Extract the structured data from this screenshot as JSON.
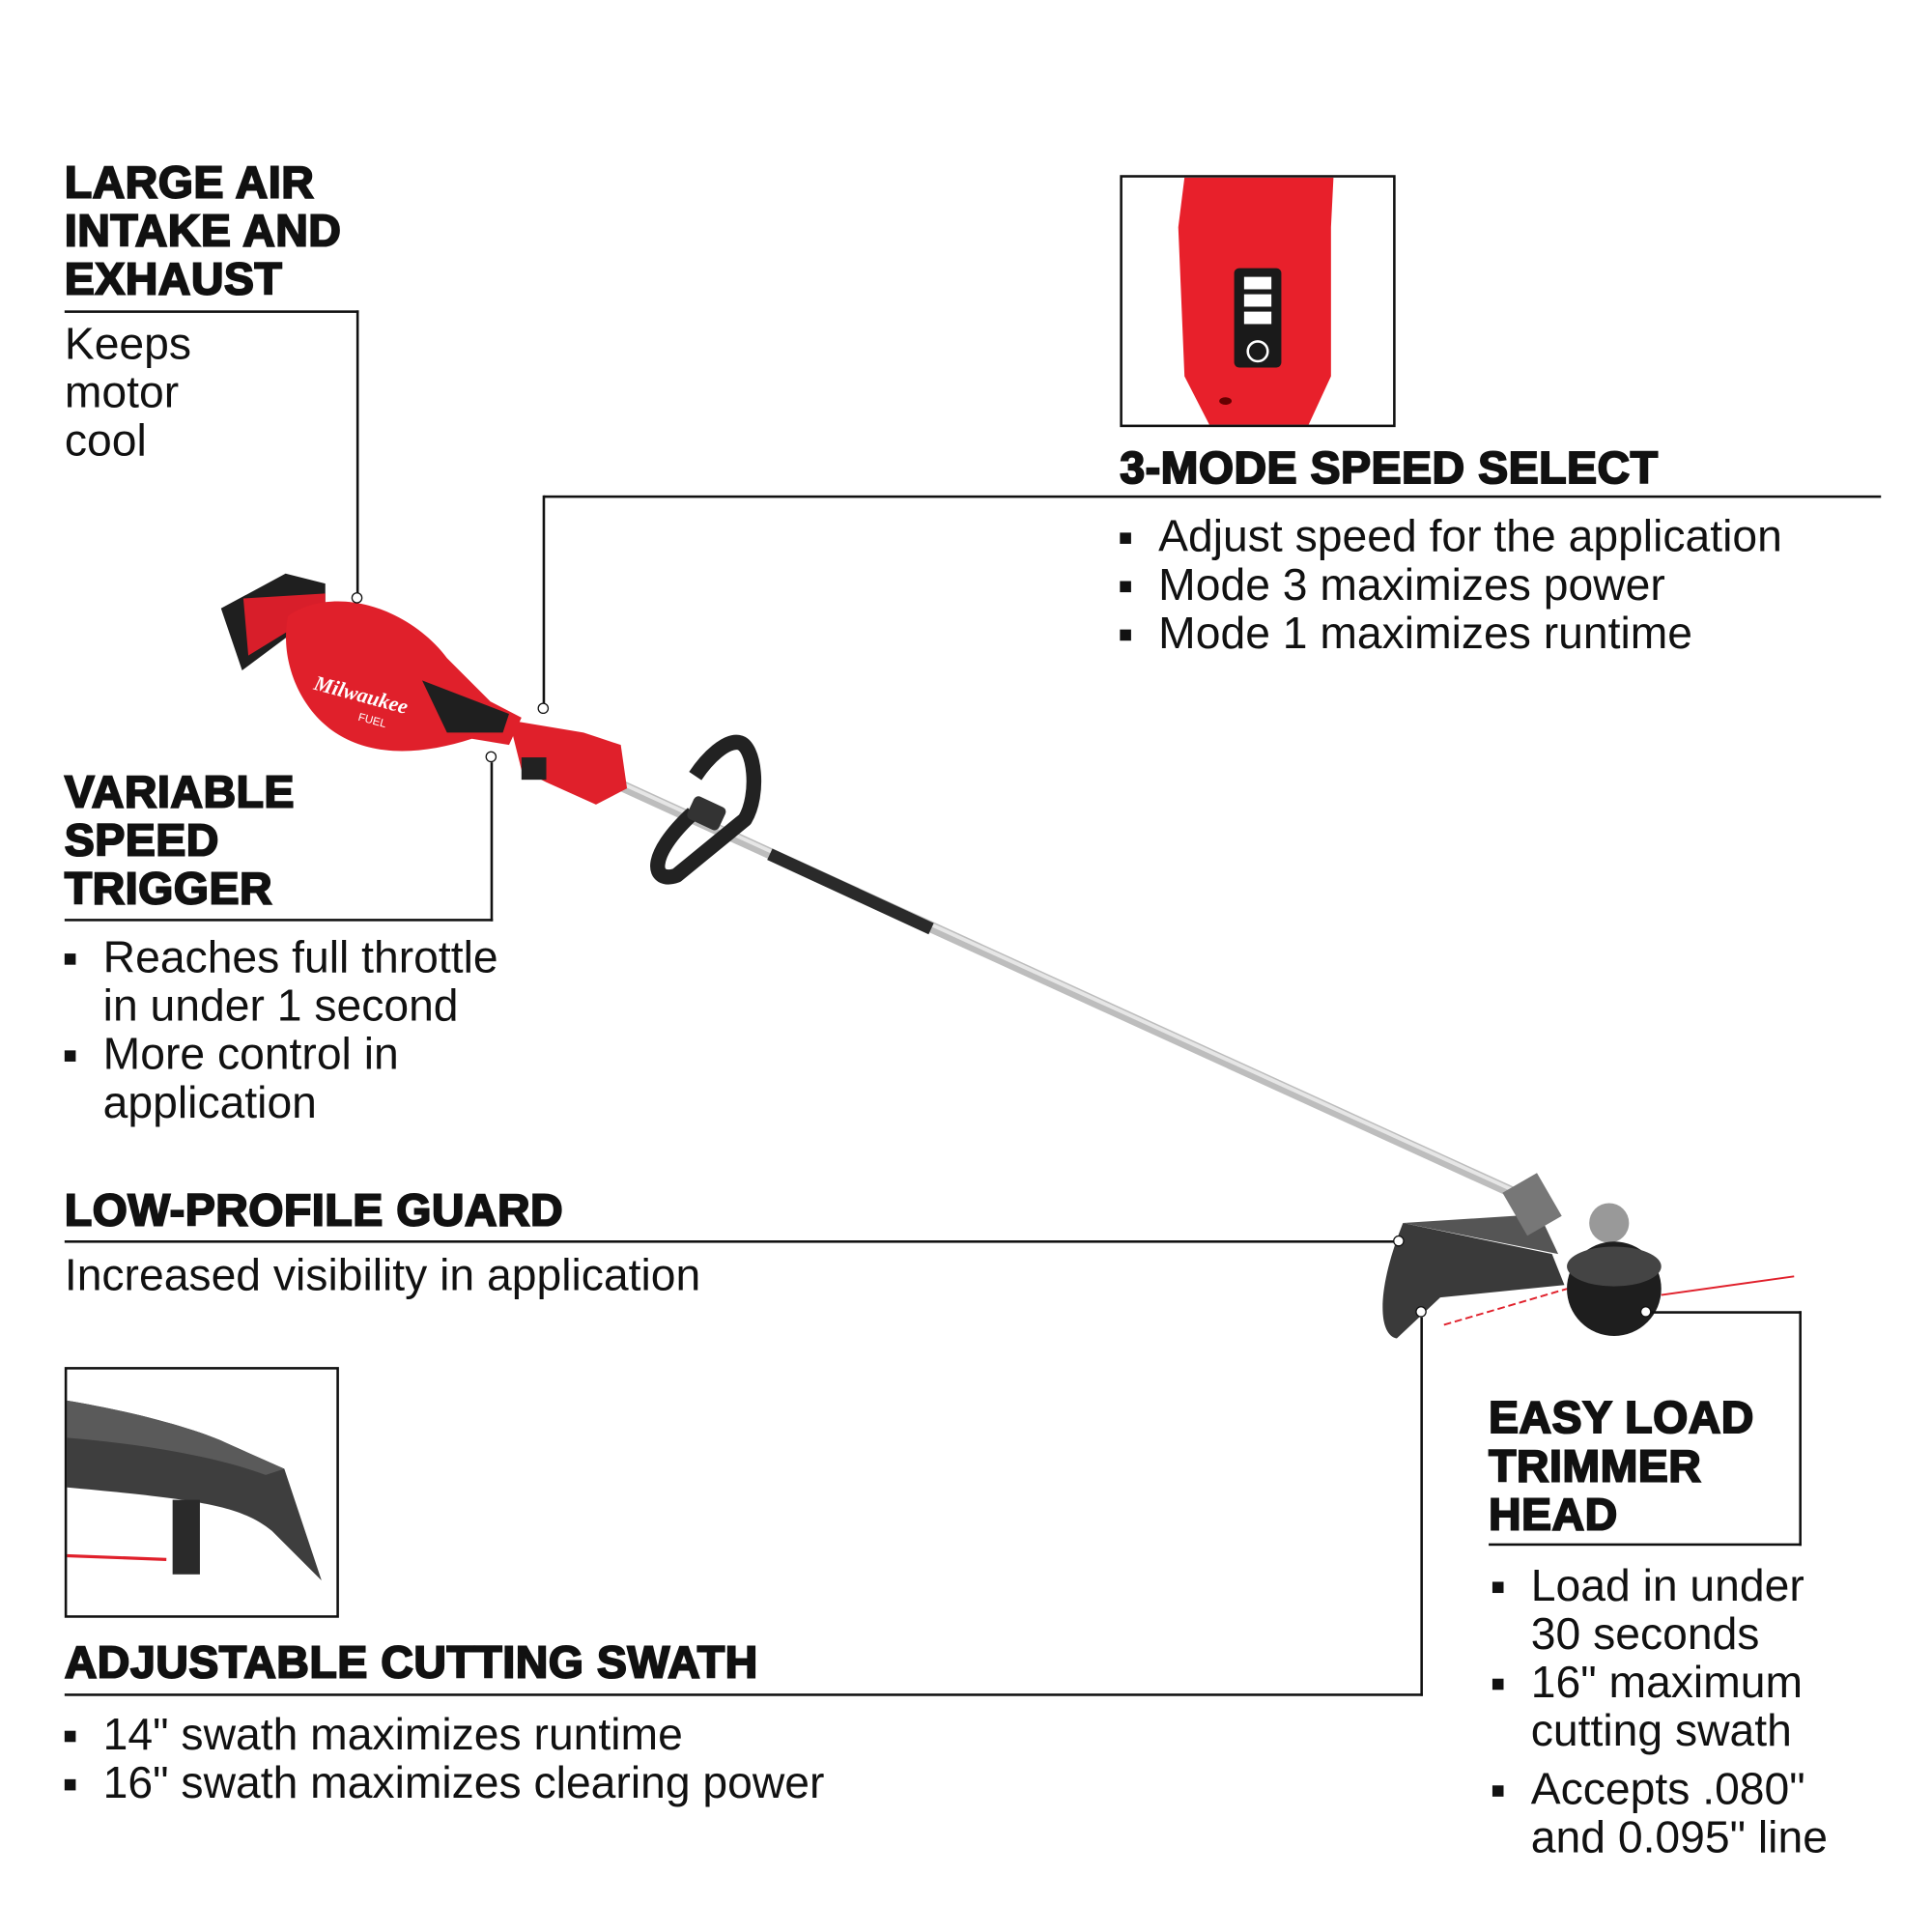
{
  "callouts": {
    "air_intake": {
      "title_lines": [
        "LARGE AIR",
        "INTAKE AND",
        "EXHAUST"
      ],
      "body_lines": [
        "Keeps",
        "motor",
        "cool"
      ]
    },
    "speed_select": {
      "title": "3-MODE SPEED SELECT",
      "bullets": [
        "Adjust speed for the application",
        "Mode 3 maximizes power",
        "Mode 1 maximizes runtime"
      ]
    },
    "trigger": {
      "title_lines": [
        "VARIABLE",
        "SPEED",
        "TRIGGER"
      ],
      "bullets": [
        [
          "Reaches full throttle",
          "in under 1 second"
        ],
        [
          "More control in",
          "application"
        ]
      ]
    },
    "guard": {
      "title": "LOW-PROFILE GUARD",
      "body": "Increased visibility in application"
    },
    "swath": {
      "title": "ADJUSTABLE CUTTING SWATH",
      "bullets": [
        "14\" swath maximizes runtime",
        "16\" swath maximizes clearing power"
      ]
    },
    "trimmer_head": {
      "title_lines": [
        "EASY LOAD",
        "TRIMMER",
        "HEAD"
      ],
      "bullets": [
        [
          "Load in under",
          "30 seconds"
        ],
        [
          "16\" maximum",
          "cutting swath"
        ],
        [
          "Accepts .080\"",
          "and 0.095\" line"
        ]
      ]
    }
  },
  "product": {
    "brand_logo": "Milwaukee",
    "badge": "FUEL"
  },
  "colors": {
    "brand_red": "#e0202b",
    "text": "#111111",
    "shaft": "#c9c9c9",
    "dark": "#2a2a2a"
  }
}
